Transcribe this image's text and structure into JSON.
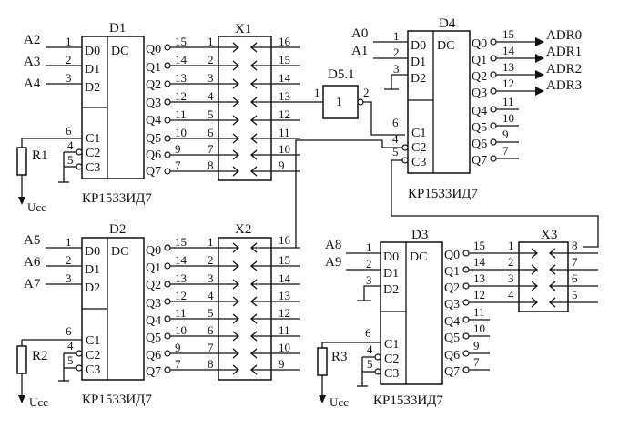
{
  "chips": {
    "d1": {
      "name": "D1",
      "dc": "DC",
      "in": [
        "D0",
        "D1",
        "D2"
      ],
      "ctl": [
        "C1",
        "C2",
        "C3"
      ],
      "out": [
        "Q0",
        "Q1",
        "Q2",
        "Q3",
        "Q4",
        "Q5",
        "Q6",
        "Q7"
      ],
      "part": "КР1533ИД7",
      "in_pins": [
        "1",
        "2",
        "3"
      ],
      "ctl_pins": [
        "6",
        "4",
        "5"
      ],
      "out_pins": [
        "15",
        "14",
        "13",
        "12",
        "11",
        "10",
        "9",
        "7"
      ],
      "addr": [
        "A2",
        "A3",
        "A4"
      ],
      "resistor": "R1",
      "supply": "Ucc"
    },
    "d2": {
      "name": "D2",
      "dc": "DC",
      "in": [
        "D0",
        "D1",
        "D2"
      ],
      "ctl": [
        "C1",
        "C2",
        "C3"
      ],
      "out": [
        "Q0",
        "Q1",
        "Q2",
        "Q3",
        "Q4",
        "Q5",
        "Q6",
        "Q7"
      ],
      "part": "КР1533ИД7",
      "in_pins": [
        "1",
        "2",
        "3"
      ],
      "ctl_pins": [
        "6",
        "4",
        "5"
      ],
      "out_pins": [
        "15",
        "14",
        "13",
        "12",
        "11",
        "10",
        "9",
        "7"
      ],
      "addr": [
        "A5",
        "A6",
        "A7"
      ],
      "resistor": "R2",
      "supply": "Ucc"
    },
    "d3": {
      "name": "D3",
      "dc": "DC",
      "in": [
        "D0",
        "D1",
        "D2"
      ],
      "ctl": [
        "C1",
        "C2",
        "C3"
      ],
      "out": [
        "Q0",
        "Q1",
        "Q2",
        "Q3",
        "Q4",
        "Q5",
        "Q6",
        "Q7"
      ],
      "part": "КР1533ИД7",
      "in_pins": [
        "1",
        "2",
        "3"
      ],
      "ctl_pins": [
        "6",
        "4",
        "5"
      ],
      "out_pins": [
        "15",
        "14",
        "13",
        "12",
        "11",
        "10",
        "9",
        "7"
      ],
      "addr": [
        "A8",
        "A9"
      ],
      "resistor": "R3",
      "supply": "Ucc"
    },
    "d4": {
      "name": "D4",
      "dc": "DC",
      "in": [
        "D0",
        "D1",
        "D2"
      ],
      "ctl": [
        "C1",
        "C2",
        "C3"
      ],
      "out": [
        "Q0",
        "Q1",
        "Q2",
        "Q3",
        "Q4",
        "Q5",
        "Q6",
        "Q7"
      ],
      "part": "КР1533ИД7",
      "in_pins": [
        "1",
        "2",
        "3"
      ],
      "ctl_pins": [
        "6",
        "4",
        "5"
      ],
      "out_pins": [
        "15",
        "14",
        "13",
        "12",
        "11",
        "10",
        "9",
        "7"
      ],
      "addr": [
        "A0",
        "A1"
      ],
      "adr": [
        "ADR0",
        "ADR1",
        "ADR2",
        "ADR3"
      ]
    }
  },
  "connectors": {
    "x1": {
      "name": "X1",
      "left": [
        "1",
        "2",
        "3",
        "4",
        "5",
        "6",
        "7",
        "8"
      ],
      "right": [
        "16",
        "15",
        "14",
        "13",
        "12",
        "11",
        "10",
        "9"
      ]
    },
    "x2": {
      "name": "X2",
      "left": [
        "1",
        "2",
        "3",
        "4",
        "5",
        "6",
        "7",
        "8"
      ],
      "right": [
        "16",
        "15",
        "14",
        "13",
        "12",
        "11",
        "10",
        "9"
      ]
    },
    "x3": {
      "name": "X3",
      "left": [
        "1",
        "2",
        "3",
        "4"
      ],
      "right": [
        "8",
        "7",
        "6",
        "5"
      ]
    }
  },
  "gate": {
    "name": "D5.1",
    "symbol": "1",
    "in_pin": "1",
    "out_pin": "2"
  }
}
